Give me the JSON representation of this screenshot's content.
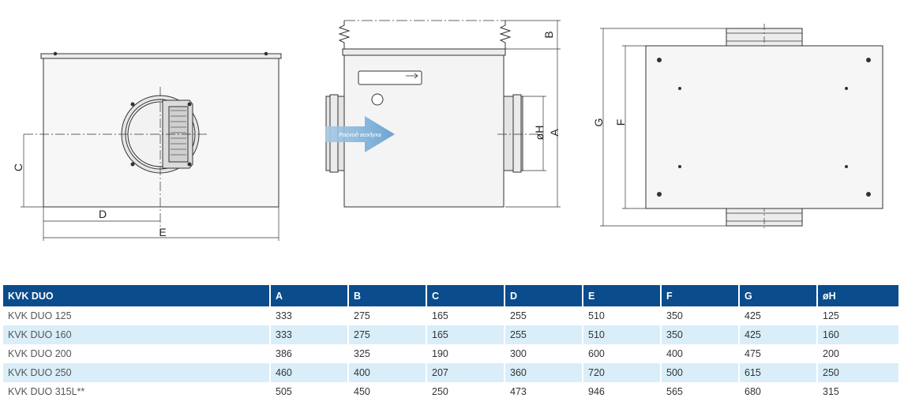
{
  "drawing_labels": {
    "front": {
      "c": "C",
      "d": "D",
      "e": "E"
    },
    "side": {
      "b": "B",
      "a": "A",
      "h": "øH",
      "arrow_text": "Расход воздуха"
    },
    "top": {
      "g": "G",
      "f": "F"
    }
  },
  "table": {
    "headers": [
      "KVK DUO",
      "A",
      "B",
      "C",
      "D",
      "E",
      "F",
      "G",
      "øH"
    ],
    "rows": [
      [
        "KVK DUO 125",
        "333",
        "275",
        "165",
        "255",
        "510",
        "350",
        "425",
        "125"
      ],
      [
        "KVK DUO 160",
        "333",
        "275",
        "165",
        "255",
        "510",
        "350",
        "425",
        "160"
      ],
      [
        "KVK DUO 200",
        "386",
        "325",
        "190",
        "300",
        "600",
        "400",
        "475",
        "200"
      ],
      [
        "KVK DUO 250",
        "460",
        "400",
        "207",
        "360",
        "720",
        "500",
        "615",
        "250"
      ],
      [
        "KVK DUO 315L**",
        "505",
        "450",
        "250",
        "473",
        "946",
        "565",
        "680",
        "315"
      ]
    ]
  },
  "colors": {
    "header_bg": "#0a4c8c",
    "row_alt_bg": "#d9eef8",
    "arrow": "#7fb3d9"
  }
}
